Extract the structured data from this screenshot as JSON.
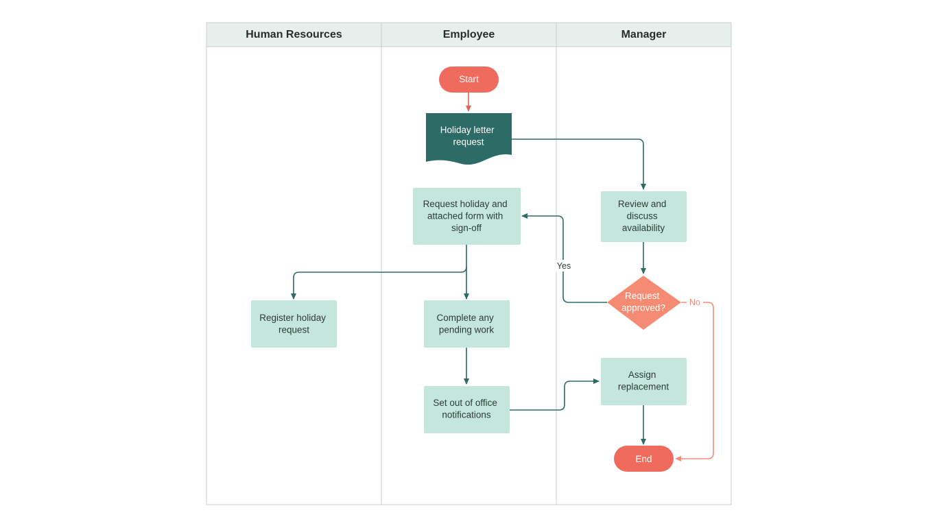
{
  "lanes": [
    {
      "title": "Human Resources"
    },
    {
      "title": "Employee"
    },
    {
      "title": "Manager"
    }
  ],
  "nodes": {
    "start": {
      "label": [
        "Start"
      ],
      "shape": "terminator"
    },
    "holiday_letter": {
      "label": [
        "Holiday letter",
        "request"
      ],
      "shape": "document"
    },
    "review": {
      "label": [
        "Review and",
        "discuss",
        "availability"
      ],
      "shape": "process"
    },
    "request_form": {
      "label": [
        "Request holiday and",
        "attached form with",
        "sign-off"
      ],
      "shape": "process"
    },
    "decision": {
      "label": [
        "Request",
        "approved?"
      ],
      "shape": "decision"
    },
    "register": {
      "label": [
        "Register holiday",
        "request"
      ],
      "shape": "process"
    },
    "complete_work": {
      "label": [
        "Complete any",
        "pending work"
      ],
      "shape": "process"
    },
    "assign": {
      "label": [
        "Assign",
        "replacement"
      ],
      "shape": "process"
    },
    "out_of_office": {
      "label": [
        "Set out of office",
        "notifications"
      ],
      "shape": "process"
    },
    "end": {
      "label": [
        "End"
      ],
      "shape": "terminator"
    }
  },
  "edges": {
    "yes_label": "Yes",
    "no_label": "No"
  },
  "colors": {
    "lane_header": "#e6efec",
    "lane_border": "#c9cfcd",
    "process_fill": "#c4e6dc",
    "document_fill": "#2d6b66",
    "terminator_fill": "#ee6b5d",
    "decision_fill": "#f58b73",
    "edge_teal": "#2d6b66",
    "edge_salmon": "#f58b73",
    "edge_red": "#e0665a"
  }
}
